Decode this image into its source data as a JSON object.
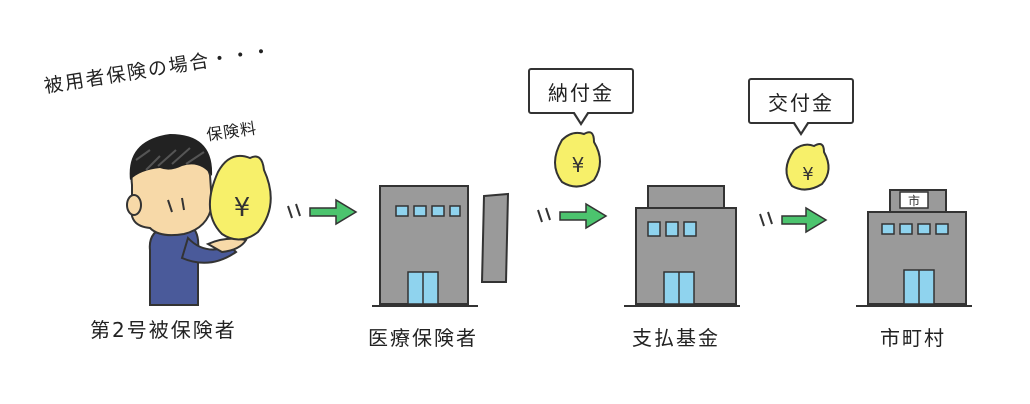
{
  "heading": "被用者保険の場合・・・",
  "fee_label": "保険料",
  "yen_symbol": "¥",
  "city_sign": "市",
  "entities": {
    "insured": "第2号被保険者",
    "insurer": "医療保険者",
    "fund": "支払基金",
    "municipality": "市町村"
  },
  "bubbles": {
    "payment": "納付金",
    "grant": "交付金"
  },
  "colors": {
    "arrow": "#4cc46e",
    "money_bag": "#f7f06a",
    "building": "#9a9a9a",
    "window": "#8fd3ee",
    "skin": "#f7d9a8",
    "shirt": "#4a5a9a"
  },
  "icons": [
    "person-icon",
    "money-bag-icon",
    "arrow-icon",
    "building-icon"
  ]
}
